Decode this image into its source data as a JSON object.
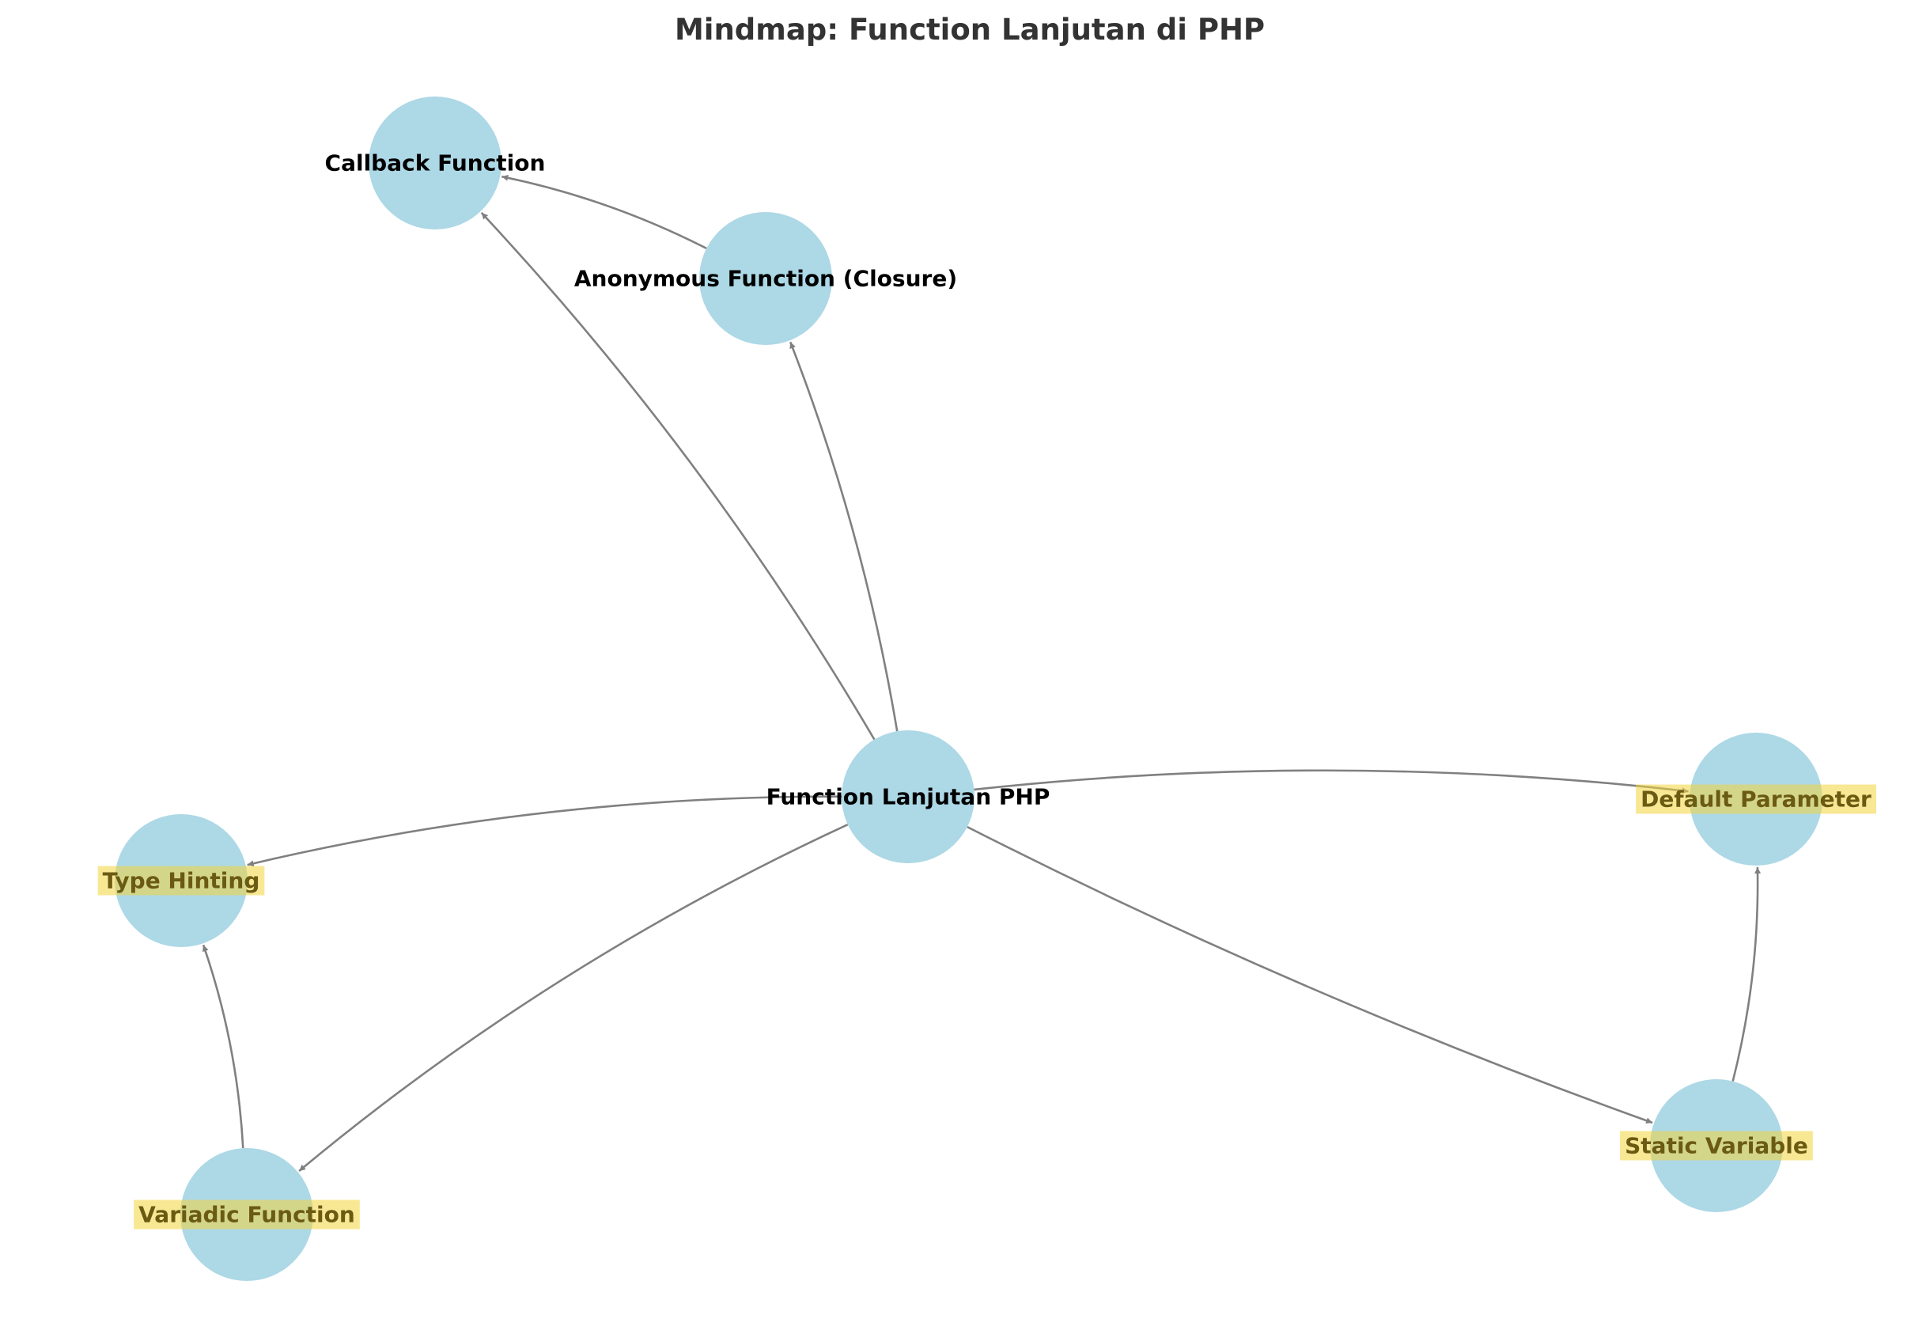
{
  "title": "Mindmap: Function Lanjutan di PHP",
  "colors": {
    "node_fill": "#add8e6",
    "edge": "#808080",
    "label_text": "#000000",
    "highlight_fill": "#f2d53c",
    "highlight_text": "#6b5a12",
    "title_text": "#333333"
  },
  "nodes": [
    {
      "id": "center",
      "label": "Function Lanjutan PHP",
      "highlighted": false
    },
    {
      "id": "callback",
      "label": "Callback Function",
      "highlighted": false
    },
    {
      "id": "closure",
      "label": "Anonymous Function (Closure)",
      "highlighted": false
    },
    {
      "id": "typehint",
      "label": "Type Hinting",
      "highlighted": true
    },
    {
      "id": "default",
      "label": "Default Parameter",
      "highlighted": true
    },
    {
      "id": "variadic",
      "label": "Variadic Function",
      "highlighted": true
    },
    {
      "id": "static",
      "label": "Static Variable",
      "highlighted": true
    }
  ],
  "edges": [
    {
      "from": "center",
      "to": "callback"
    },
    {
      "from": "center",
      "to": "closure"
    },
    {
      "from": "closure",
      "to": "callback"
    },
    {
      "from": "center",
      "to": "typehint"
    },
    {
      "from": "center",
      "to": "default"
    },
    {
      "from": "center",
      "to": "variadic"
    },
    {
      "from": "center",
      "to": "static"
    },
    {
      "from": "variadic",
      "to": "typehint"
    },
    {
      "from": "static",
      "to": "default"
    }
  ]
}
